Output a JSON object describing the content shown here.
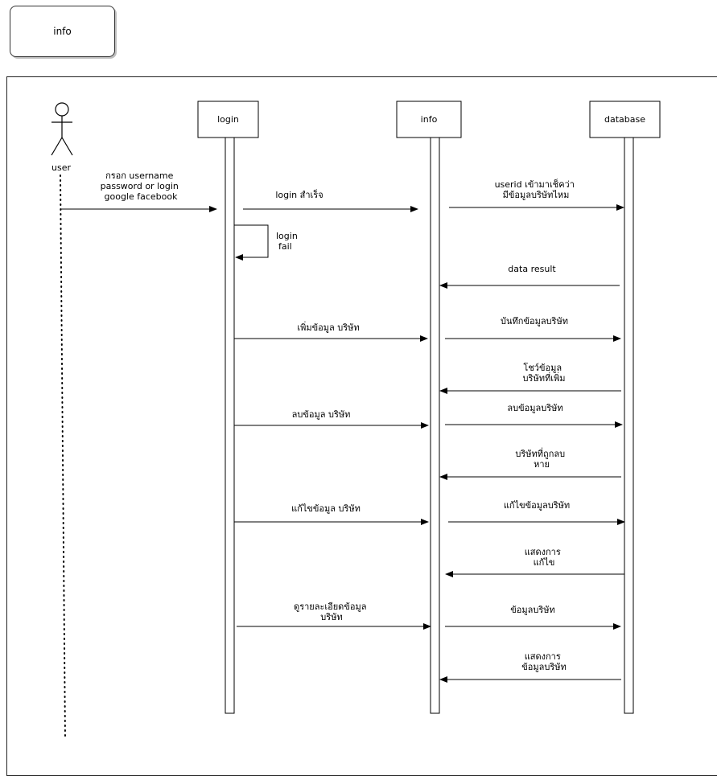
{
  "tab_label": "info",
  "actor": {
    "label": "user"
  },
  "participants": [
    {
      "id": "login",
      "label": "login"
    },
    {
      "id": "info",
      "label": "info"
    },
    {
      "id": "database",
      "label": "database"
    }
  ],
  "messages": [
    {
      "id": "m1",
      "lines": [
        "กรอก username",
        "password or login",
        "google facebook"
      ]
    },
    {
      "id": "m2",
      "lines": [
        "login สำเร็จ"
      ]
    },
    {
      "id": "m3",
      "lines": [
        "userid เข้ามาเช็คว่า",
        "มีข้อมูลบริษัทไหม"
      ]
    },
    {
      "id": "m4",
      "lines": [
        "login",
        "fail"
      ]
    },
    {
      "id": "m5",
      "lines": [
        "data result"
      ]
    },
    {
      "id": "m6",
      "lines": [
        "เพิ่มข้อมูล  บริษัท"
      ]
    },
    {
      "id": "m7",
      "lines": [
        "บันทึกข้อมูลบริษัท"
      ]
    },
    {
      "id": "m8",
      "lines": [
        "โชว์ข้อมูล",
        "บริษัทที่เพิ่ม"
      ]
    },
    {
      "id": "m9",
      "lines": [
        "ลบข้อมูล  บริษัท"
      ]
    },
    {
      "id": "m10",
      "lines": [
        "ลบข้อมูลบริษัท"
      ]
    },
    {
      "id": "m11",
      "lines": [
        "บริษัทที่ถูกลบ",
        "หาย"
      ]
    },
    {
      "id": "m12",
      "lines": [
        "แก้ไขข้อมูล  บริษัท"
      ]
    },
    {
      "id": "m13",
      "lines": [
        "แก้ไขข้อมูลบริษัท"
      ]
    },
    {
      "id": "m14",
      "lines": [
        "แสดงการ",
        "แก้ไข"
      ]
    },
    {
      "id": "m15",
      "lines": [
        "ดูรายละเอียดข้อมูล",
        "บริษัท"
      ]
    },
    {
      "id": "m16",
      "lines": [
        "ข้อมูลบริษัท"
      ]
    },
    {
      "id": "m17",
      "lines": [
        "แสดงการ",
        "ข้อมูลบริษัท"
      ]
    }
  ]
}
